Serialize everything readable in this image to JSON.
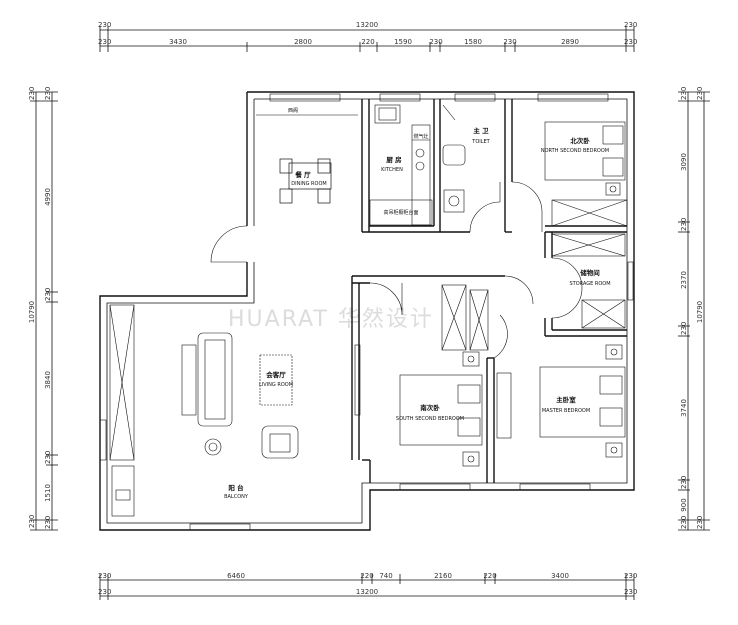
{
  "watermark": "HUARAT 华然设计",
  "dimensions": {
    "top_total": "13200",
    "top_parts": [
      "230",
      "3430",
      "2800",
      "220",
      "1590",
      "230",
      "1580",
      "230",
      "2890",
      "230"
    ],
    "top_edge_a": "230",
    "top_edge_b": "230",
    "bottom_total": "13200",
    "bottom_parts": [
      "230",
      "6460",
      "220",
      "740",
      "2160",
      "220",
      "3400",
      "230"
    ],
    "bottom_edge_a": "230",
    "bottom_edge_b": "230",
    "left_total": "10790",
    "left_parts": [
      "230",
      "4990",
      "230",
      "3840",
      "230",
      "1510",
      "230"
    ],
    "right_total": "10790",
    "right_parts": [
      "230",
      "3090",
      "230",
      "2370",
      "230",
      "3740",
      "230",
      "900",
      "230"
    ]
  },
  "rooms": {
    "dining_cn": "餐 厅",
    "dining_en": "DINING ROOM",
    "kitchen_cn": "厨 房",
    "kitchen_en": "KITCHEN",
    "toilet_cn": "主 卫",
    "toilet_en": "TOILET",
    "north_bedroom_cn": "北次卧",
    "north_bedroom_en": "NORTH SECOND BEDROOM",
    "storage_cn": "储物间",
    "storage_en": "STORAGE ROOM",
    "living_cn": "会客厅",
    "living_en": "LIVING ROOM",
    "south_bedroom_cn": "南次卧",
    "south_bedroom_en": "SOUTH SECOND BEDROOM",
    "master_cn": "主卧室",
    "master_en": "MASTER BEDROOM",
    "balcony_cn": "阳 台",
    "balcony_en": "BALCONY",
    "window_label": "西阁",
    "stove_label": "燃气灶",
    "cabinet_label": "高吊柜橱柜台面"
  }
}
